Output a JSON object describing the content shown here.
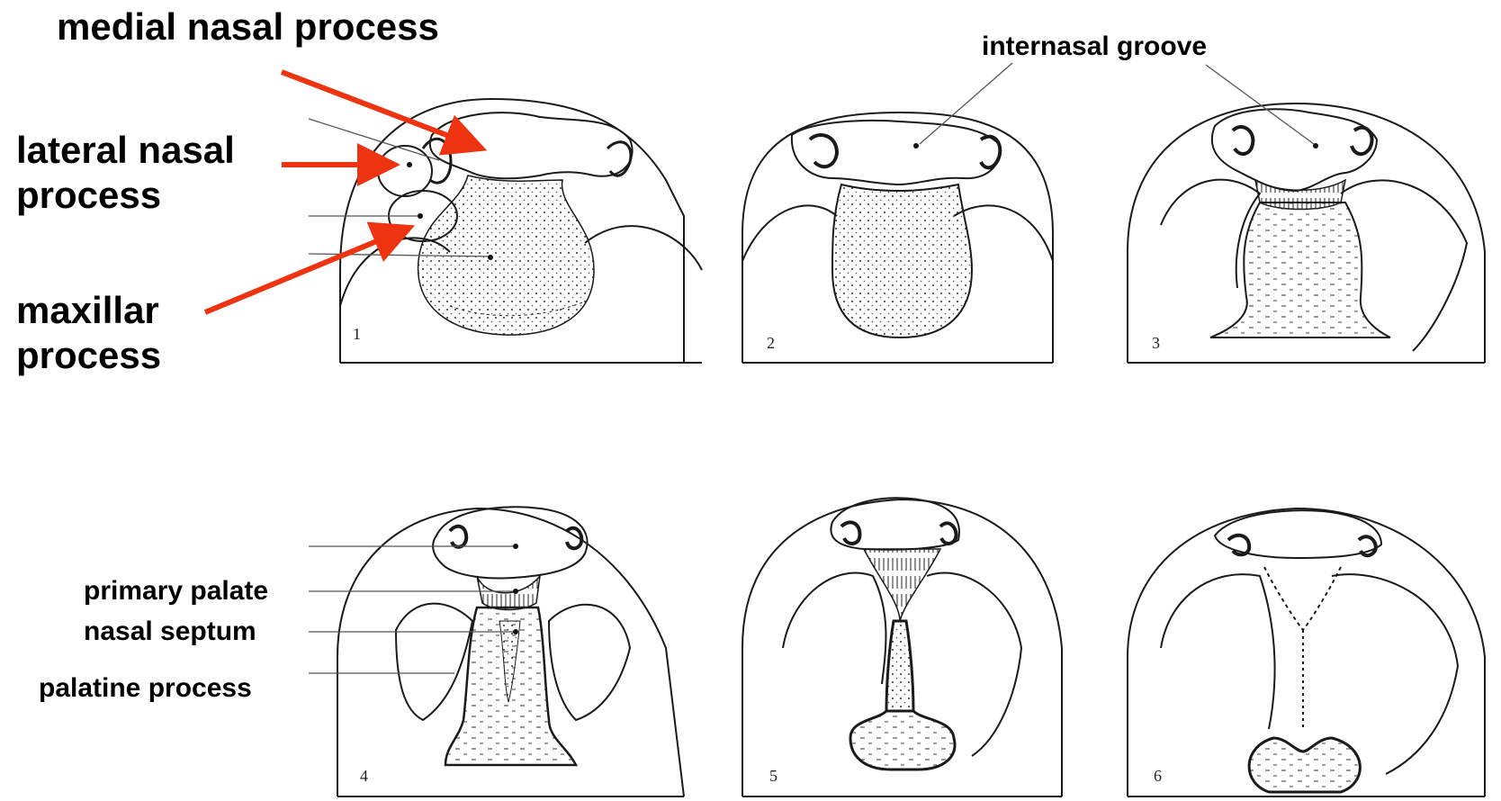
{
  "labels": {
    "medial_nasal_process": "medial nasal process",
    "lateral_nasal_process": "lateral nasal\nprocess",
    "maxillar_process": "maxillar\nprocess",
    "internasal_groove": "internasal groove",
    "primary_palate": "primary palate",
    "nasal_septum": "nasal septum",
    "palatine_process": "palatine process"
  },
  "panels": [
    {
      "number": "1"
    },
    {
      "number": "2"
    },
    {
      "number": "3"
    },
    {
      "number": "4"
    },
    {
      "number": "5"
    },
    {
      "number": "6"
    }
  ],
  "colors": {
    "arrow": "#ee3311",
    "line": "#1a1a1a",
    "leader": "#555555"
  }
}
